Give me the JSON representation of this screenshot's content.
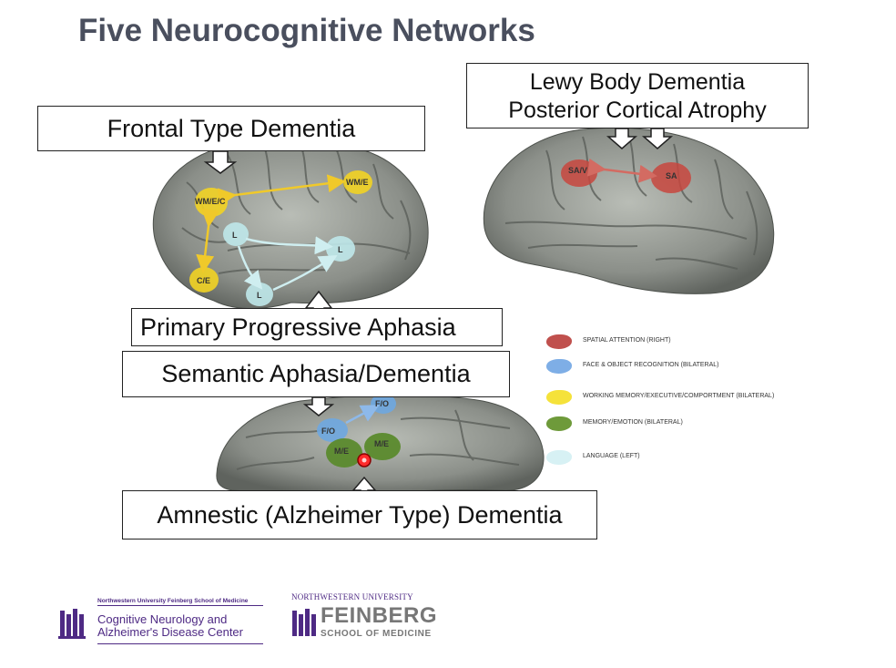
{
  "title": "Five Neurocognitive Networks",
  "callouts": {
    "frontal": "Frontal Type Dementia",
    "lewy_line1": "Lewy Body Dementia",
    "lewy_line2": "Posterior Cortical Atrophy",
    "ppa": "Primary Progressive Aphasia",
    "semantic": "Semantic Aphasia/Dementia",
    "amnestic": "Amnestic (Alzheimer Type) Dementia"
  },
  "regions": {
    "wmec": "WM/E/C",
    "wme": "WM/E",
    "ce": "C/E",
    "l1": "L",
    "l2": "L",
    "l3": "L",
    "sav": "SA/V",
    "sa": "SA",
    "fo1": "F/O",
    "fo2": "F/O",
    "me1": "M/E",
    "me2": "M/E"
  },
  "legend": [
    {
      "label": "SPATIAL ATTENTION (RIGHT)",
      "color": "#c0504d"
    },
    {
      "label": "FACE & OBJECT RECOGNITION (BILATERAL)",
      "color": "#7eaee6"
    },
    {
      "label": "WORKING MEMORY/EXECUTIVE/COMPORTMENT  (BILATERAL)",
      "color": "#f5e23a"
    },
    {
      "label": "MEMORY/EMOTION (BILATERAL)",
      "color": "#6e9a3a"
    },
    {
      "label": "LANGUAGE (LEFT)",
      "color": "#d7f1f4"
    }
  ],
  "logos": {
    "cnadc_top": "Northwestern University Feinberg School of Medicine",
    "cnadc_line1": "Cognitive Neurology and",
    "cnadc_line2": "Alzheimer's Disease Center",
    "nu_top": "NORTHWESTERN UNIVERSITY",
    "feinberg": "FEINBERG",
    "school": "SCHOOL OF MEDICINE"
  },
  "colors": {
    "title": "#4a4f5e",
    "brand_purple": "#4e2a84",
    "yellow": "#f5d728",
    "cyan": "#bfe8ea",
    "red": "#c8463e",
    "blue": "#6ea7e0",
    "green": "#5b8a2d"
  }
}
